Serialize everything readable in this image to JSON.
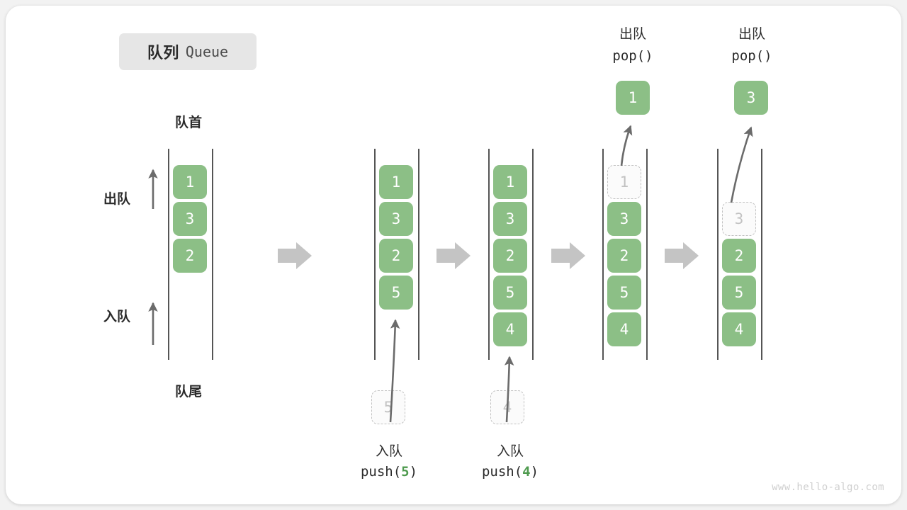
{
  "title": {
    "cn": "队列",
    "en": "Queue"
  },
  "labels": {
    "head": "队首",
    "tail": "队尾",
    "dequeue_side": "出队",
    "enqueue_side": "入队"
  },
  "watermark": "www.hello-algo.com",
  "colors": {
    "element": "#8cbf86",
    "element_text": "#ffffff",
    "ghost_border": "#c2c2c2",
    "ghost_text": "#c2c2c2",
    "rail": "#555555",
    "arrow": "#6b6b6b",
    "step_arrow": "#c4c4c4",
    "title_pill": "#e6e6e6",
    "code_number": "#4e9a4e",
    "card": "#ffffff",
    "background": "#f2f2f2"
  },
  "operations": {
    "push_cn": "入队",
    "pop_cn": "出队",
    "push_5_code": "push(5)",
    "push_4_code": "push(4)",
    "pop_code": "pop()"
  },
  "columns": [
    {
      "id": "initial",
      "items": [
        {
          "value": "1",
          "state": "solid"
        },
        {
          "value": "3",
          "state": "solid"
        },
        {
          "value": "2",
          "state": "solid"
        }
      ]
    },
    {
      "id": "after-push-5",
      "items": [
        {
          "value": "1",
          "state": "solid"
        },
        {
          "value": "3",
          "state": "solid"
        },
        {
          "value": "2",
          "state": "solid"
        },
        {
          "value": "5",
          "state": "solid"
        }
      ],
      "incoming": {
        "value": "5",
        "state": "ghost"
      }
    },
    {
      "id": "after-push-4",
      "items": [
        {
          "value": "1",
          "state": "solid"
        },
        {
          "value": "3",
          "state": "solid"
        },
        {
          "value": "2",
          "state": "solid"
        },
        {
          "value": "5",
          "state": "solid"
        },
        {
          "value": "4",
          "state": "solid"
        }
      ],
      "incoming": {
        "value": "4",
        "state": "ghost"
      }
    },
    {
      "id": "after-pop-1",
      "items": [
        {
          "value": "1",
          "state": "ghost"
        },
        {
          "value": "3",
          "state": "solid"
        },
        {
          "value": "2",
          "state": "solid"
        },
        {
          "value": "5",
          "state": "solid"
        },
        {
          "value": "4",
          "state": "solid"
        }
      ],
      "outgoing": {
        "value": "1",
        "state": "solid"
      }
    },
    {
      "id": "after-pop-3",
      "items": [
        {
          "value": "",
          "state": "empty"
        },
        {
          "value": "3",
          "state": "ghost"
        },
        {
          "value": "2",
          "state": "solid"
        },
        {
          "value": "5",
          "state": "solid"
        },
        {
          "value": "4",
          "state": "solid"
        }
      ],
      "outgoing": {
        "value": "3",
        "state": "solid"
      }
    }
  ]
}
